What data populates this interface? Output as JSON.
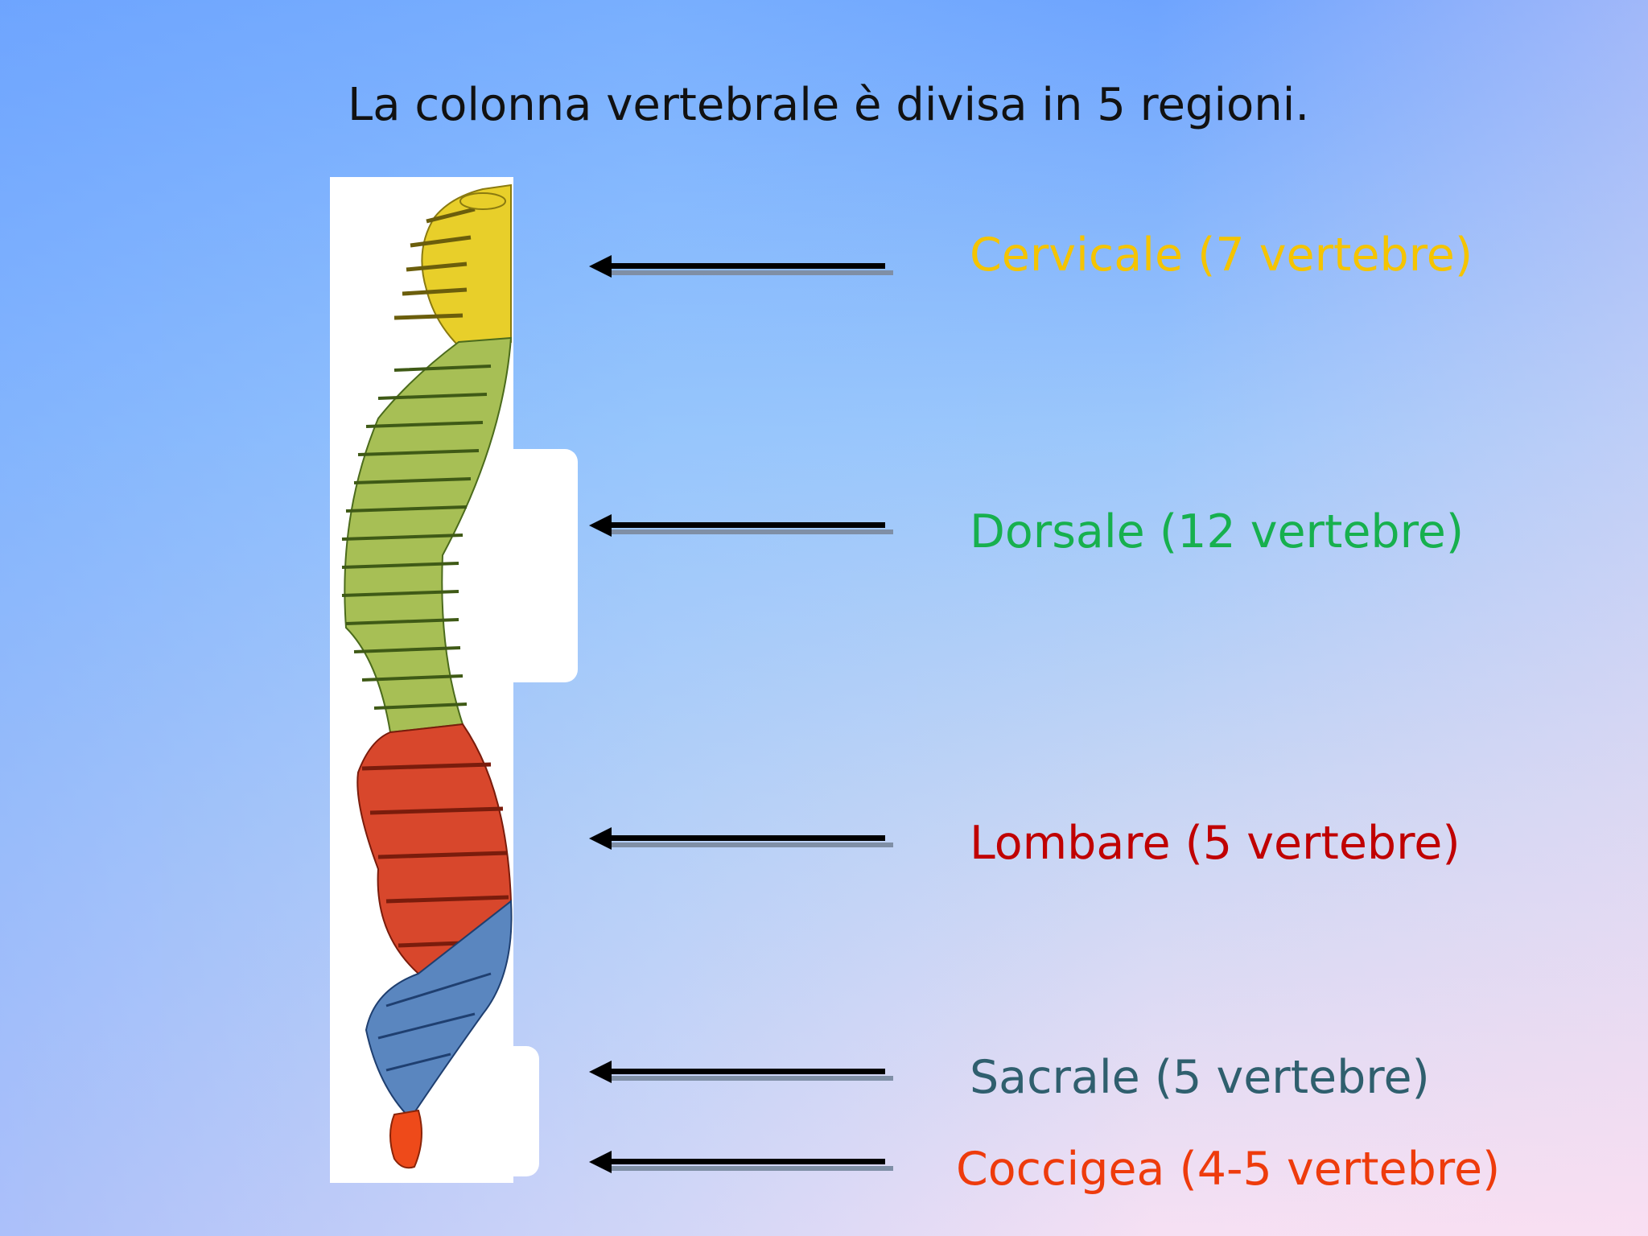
{
  "title": "La colonna vertebrale è divisa in 5 regioni.",
  "regions": [
    {
      "label": "Cervicale (7 vertebre)",
      "color": "#f5c400"
    },
    {
      "label": "Dorsale (12 vertebre)",
      "color": "#17b04e"
    },
    {
      "label": "Lombare (5 vertebre)",
      "color": "#c00000"
    },
    {
      "label": "Sacrale (5 vertebre)",
      "color": "#2f5f6e"
    },
    {
      "label": "Coccigea (4-5 vertebre)",
      "color": "#ee3b0c"
    }
  ],
  "arrow_color": "#000000",
  "arrow_shadow_color": "#7f8fa6",
  "spine_colors": {
    "cervical": "#e8cf2a",
    "thoracic": "#a7bf55",
    "lumbar": "#d8472c",
    "sacral": "#5a86bf",
    "coccyx": "#ee4a1a"
  }
}
